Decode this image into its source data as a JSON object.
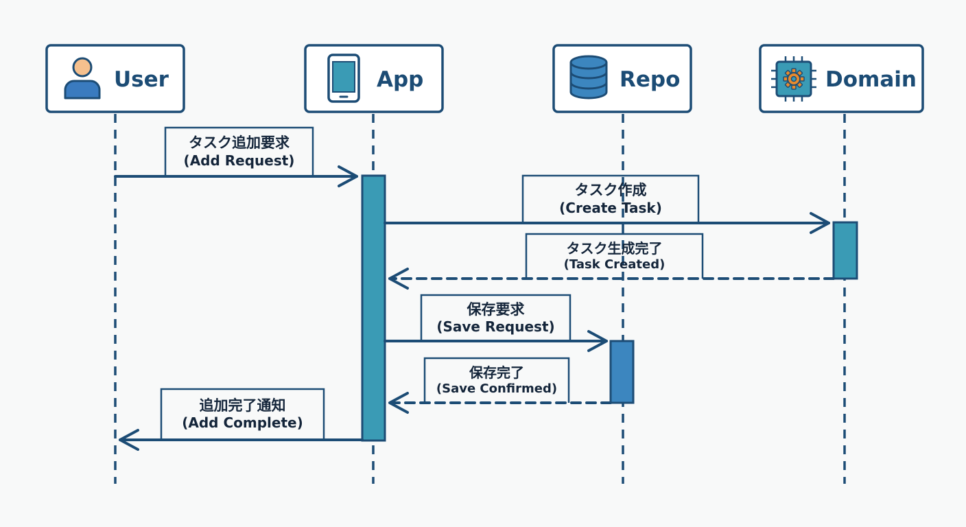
{
  "participants": {
    "user": {
      "name": "User",
      "icon": "user-icon"
    },
    "app": {
      "name": "App",
      "icon": "smartphone-icon"
    },
    "repo": {
      "name": "Repo",
      "icon": "database-icon"
    },
    "domain": {
      "name": "Domain",
      "icon": "cpu-gear-icon"
    }
  },
  "messages": {
    "add_request": {
      "jp": "タスク追加要求",
      "en": "(Add Request)"
    },
    "create_task": {
      "jp": "タスク作成",
      "en": "(Create Task)"
    },
    "task_created": {
      "jp": "タスク生成完了",
      "en": "(Task Created)"
    },
    "save_request": {
      "jp": "保存要求",
      "en": "(Save Request)"
    },
    "save_confirmed": {
      "jp": "保存完了",
      "en": "(Save Confirmed)"
    },
    "add_complete": {
      "jp": "追加完了通知",
      "en": "(Add Complete)"
    }
  },
  "colors": {
    "stroke": "#1c4c75",
    "activation_fill": "#3a9bb5",
    "repo_activation_fill": "#3c86bf",
    "box_fill": "#ffffff",
    "icon_accent": "#e88b2e",
    "user_head": "#f5c08e",
    "user_body": "#3a7bbf"
  }
}
